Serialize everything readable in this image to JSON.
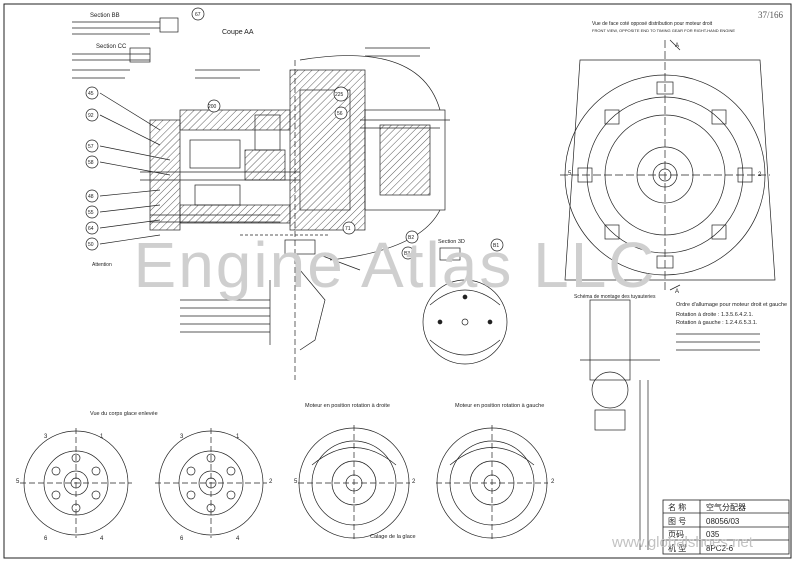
{
  "page_number": "37/166",
  "watermark": {
    "main": "Engine Atlas LLC",
    "site": "www.globalshoes.net"
  },
  "views": {
    "section_bb": "Section BB",
    "section_cc": "Section CC",
    "coupe_aa": "Coupe AA",
    "section_3d": "Section 3D",
    "front_view": "Vue de face coté opposé distribution pour moteur droit",
    "front_view_en": "FRONT VIEW, OPPOSITE END TO TIMING GEAR FOR RIGHT-HAND ENGINE",
    "assembly": "Schéma de montage des tuyauteries",
    "firing_order": "Ordre d'allumage pour moteur droit et gauche",
    "firing_right": "Rotation à droite : 1.3.5.6.4.2.1.",
    "firing_left": "Rotation à gauche : 1.2.4.6.5.3.1.",
    "distributor_view": "Vue du corps glace enlevée",
    "motor_right": "Moteur en position rotation à droite",
    "motor_left": "Moteur en position rotation à gauche",
    "calage": "Calage de la glace",
    "attention": "Attention"
  },
  "callouts": [
    "67",
    "45",
    "92",
    "57",
    "58",
    "48",
    "55",
    "64",
    "50",
    "200",
    "225",
    "56",
    "71",
    "B2",
    "B3",
    "B1",
    "A",
    "A"
  ],
  "numerals": [
    "1",
    "2",
    "3",
    "4",
    "5",
    "6"
  ],
  "title_block": {
    "name_label": "名 称",
    "name_value": "空气分配器",
    "drawing_label": "图 号",
    "drawing_value": "08056/03",
    "page_label": "页码",
    "page_value": "035",
    "model_label": "机 型",
    "model_value": "8PC2-6"
  }
}
